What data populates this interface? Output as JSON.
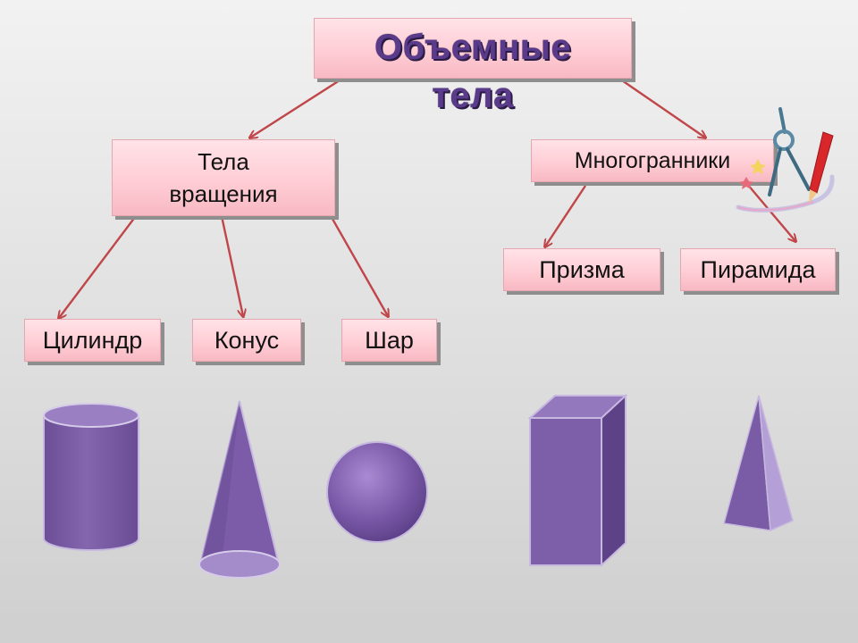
{
  "title_line1": "Объемные",
  "title_line2": "тела",
  "rotation": {
    "line1": "Тела",
    "line2": "вращения"
  },
  "polyhedra": "Многогранники",
  "leaves": {
    "cylinder": "Цилиндр",
    "cone": "Конус",
    "sphere": "Шар",
    "prism": "Призма",
    "pyramid": "Пирамида"
  },
  "colors": {
    "box_fill": "#ffcdd5",
    "arrow": "#c0464a",
    "solid_fill": "#7d5ea8",
    "title_text": "#5a3a8a"
  },
  "icons": {
    "decoration": "compass-and-pencil-icon"
  }
}
